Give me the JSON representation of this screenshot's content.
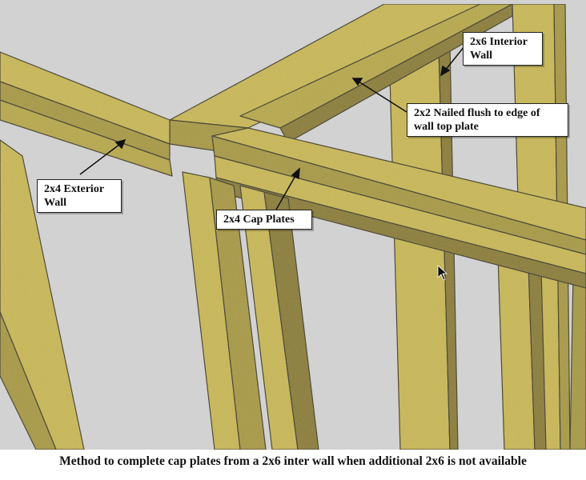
{
  "labels": {
    "interior_wall": [
      "2x6 Interior",
      "Wall"
    ],
    "nailed_flush": [
      "2x2 Nailed flush to edge of",
      "wall top plate"
    ],
    "exterior_wall": [
      "2x4 Exterior",
      "Wall"
    ],
    "cap_plates": "2x4 Cap Plates"
  },
  "caption": "Method to complete cap plates from a 2x6 inter wall when additional 2x6 is not available",
  "colors": {
    "background": "#d2d2d2",
    "wood_face": "#c9b84f",
    "wood_side": "#a89938",
    "wood_dark": "#8a7c26",
    "edge": "#3a3410"
  }
}
